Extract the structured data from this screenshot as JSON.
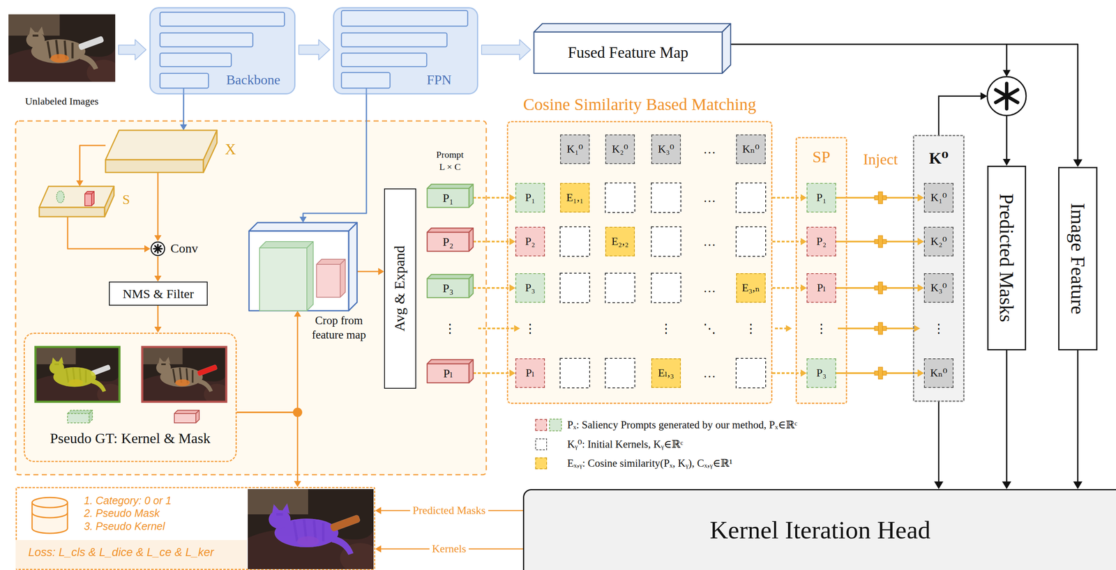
{
  "diagram": {
    "nodes": [
      {
        "text": [
          "Unlabeled Images"
        ]
      },
      {
        "text": [
          "Backbone"
        ]
      },
      {
        "text": [
          "FPN"
        ]
      },
      {
        "text": [
          "Fused Feature Map"
        ]
      },
      {
        "text": [
          "X"
        ]
      },
      {
        "text": [
          "S"
        ]
      },
      {
        "text": [
          "Conv"
        ]
      },
      {
        "text": [
          "NMS & Filter"
        ]
      },
      {
        "text": [
          "Pseudo GT: Kernel & Mask"
        ]
      },
      {
        "text": [
          "Crop from feature map"
        ]
      },
      {
        "text": [
          "Avg & Expand"
        ]
      },
      {
        "text": [
          "P₁"
        ]
      },
      {
        "text": [
          "P₂"
        ]
      },
      {
        "text": [
          "P₃"
        ]
      },
      {
        "text": [
          "Pₗ"
        ]
      },
      {
        "text": [
          "Cosine Similarity Based Matching"
        ]
      },
      {
        "text": [
          "K₁⁰"
        ],
        "in": 15
      },
      {
        "text": [
          "K₂⁰"
        ],
        "in": 15
      },
      {
        "text": [
          "K₃⁰"
        ],
        "in": 15
      },
      {
        "text": [
          "Kₙ⁰"
        ],
        "in": 15
      },
      {
        "text": [
          "P₁"
        ],
        "in": 15
      },
      {
        "text": [
          "E₁,₁"
        ],
        "in": 15
      },
      {
        "text": [
          "P₂"
        ],
        "in": 15
      },
      {
        "text": [
          "E₂,₂"
        ],
        "in": 15
      },
      {
        "text": [
          "P₃"
        ],
        "in": 15
      },
      {
        "text": [
          "E₃,ₙ"
        ],
        "in": 15
      },
      {
        "text": [
          "Pₗ"
        ],
        "in": 15
      },
      {
        "text": [
          "Eₗ,₃"
        ],
        "in": 15
      },
      {
        "text": [
          "SP"
        ]
      },
      {
        "text": [
          "P₁"
        ],
        "in": 28
      },
      {
        "text": [
          "P₂"
        ],
        "in": 28
      },
      {
        "text": [
          "Pₗ"
        ],
        "in": 28
      },
      {
        "text": [
          "P₃"
        ],
        "in": 28
      },
      {
        "text": [
          "K⁰"
        ]
      },
      {
        "text": [
          "K₁⁰"
        ],
        "in": 33
      },
      {
        "text": [
          "K₂⁰"
        ],
        "in": 33
      },
      {
        "text": [
          "K₃⁰"
        ],
        "in": 33
      },
      {
        "text": [
          "Kₙ⁰"
        ],
        "in": 33
      },
      {
        "text": [
          "Predicted Masks"
        ]
      },
      {
        "text": [
          "Image Feature"
        ]
      },
      {
        "text": [
          "1. Category: 0 or 1",
          "2. Pseudo Mask",
          "3. Pseudo Kernel",
          "Loss: L_cls & L_dice & L_ce & L_ker"
        ]
      },
      {
        "text": [
          "Kernel Iteration Head"
        ]
      }
    ],
    "edges": [
      {
        "from": 0,
        "to": 1,
        "arrow": "to"
      },
      {
        "from": 1,
        "to": 2,
        "arrow": "to"
      },
      {
        "from": 2,
        "to": 3,
        "arrow": "to"
      },
      {
        "from": 1,
        "to": 4,
        "arrow": "to"
      },
      {
        "from": 4,
        "to": 5,
        "arrow": "to"
      },
      {
        "from": 4,
        "to": 6,
        "arrow": "to"
      },
      {
        "from": 5,
        "to": 6,
        "arrow": "to"
      },
      {
        "from": 6,
        "to": 7,
        "arrow": "to"
      },
      {
        "from": 7,
        "to": 8,
        "arrow": "to"
      },
      {
        "from": 2,
        "to": 9,
        "arrow": "to"
      },
      {
        "from": 8,
        "to": 9,
        "arrow": "to"
      },
      {
        "from": 8,
        "to": 40,
        "arrow": "to"
      },
      {
        "from": 9,
        "to": 10,
        "arrow": "to"
      },
      {
        "from": 11,
        "to": 20,
        "arrow": "to"
      },
      {
        "from": 12,
        "to": 22,
        "arrow": "to"
      },
      {
        "from": 13,
        "to": 24,
        "arrow": "to"
      },
      {
        "from": 14,
        "to": 26,
        "arrow": "to"
      },
      {
        "from": 15,
        "to": 29,
        "arrow": "to"
      },
      {
        "from": 15,
        "to": 30,
        "arrow": "to"
      },
      {
        "from": 15,
        "to": 31,
        "arrow": "to"
      },
      {
        "from": 15,
        "to": 32,
        "arrow": "to"
      },
      {
        "from": 29,
        "to": 34,
        "arrow": "to"
      },
      {
        "from": 30,
        "to": 35,
        "arrow": "to"
      },
      {
        "from": 31,
        "to": 36,
        "arrow": "to"
      },
      {
        "from": 32,
        "to": 37,
        "arrow": "to"
      },
      {
        "from": 3,
        "to": 39,
        "arrow": "to"
      },
      {
        "from": 33,
        "to": 41,
        "arrow": "to"
      },
      {
        "from": 38,
        "to": 41,
        "arrow": "to"
      },
      {
        "from": 39,
        "to": 41,
        "arrow": "to"
      },
      {
        "from": 41,
        "to": 40,
        "label": "Predicted Masks",
        "arrow": "to"
      },
      {
        "from": 41,
        "to": 40,
        "label": "Kernels",
        "arrow": "to"
      }
    ],
    "labels": [
      "Prompt L × C",
      "⋮",
      "…",
      "…",
      "…",
      "…",
      "⋮",
      "⋮",
      "⋱",
      "⋮",
      "…",
      "⋮",
      "Inject",
      "⋮"
    ],
    "legend": [
      {
        "text": "Pₓ: Saliency Prompts generated by our method, Pₓ∈ℝᶜ",
        "color": "#f8cecc"
      },
      {
        "text": "Kᵧ⁰: Initial Kernels, Kᵧ∈ℝᶜ"
      },
      {
        "text": "Eₓ,ᵧ: Cosine similarity(Pₓ, Kᵧ), Cₓ,ᵧ∈ℝ¹",
        "color": "#ffd966"
      }
    ]
  }
}
